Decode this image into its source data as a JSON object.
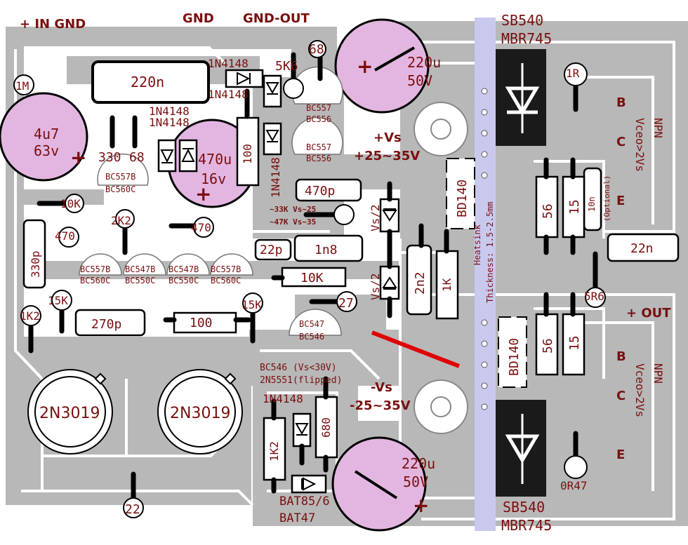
{
  "colors": {
    "background": "#ffffff",
    "copper": "#b8b8b8",
    "outline": "#000000",
    "label": "#7a0f0f",
    "capacitor_fill": "#e3b6e1",
    "heatsink_band": "#c9c9ee",
    "ground_link": "#e00000"
  },
  "labels": {
    "in_gnd": "+ IN GND",
    "gnd": "GND",
    "gnd_out": "GND-OUT",
    "plus_vs": "+Vs",
    "plus_vs_range": "+25~35V",
    "minus_vs": "-Vs",
    "minus_vs_range": "-25~35V",
    "plus_out": "+ OUT",
    "vs_half_top": "Vs/2",
    "vs_half_bottom": "Vs/2",
    "res_note_1": "~33K Vs~25",
    "res_note_2": "~47K Vs~35",
    "bc546_note_1": "BC546 (Vs<30V)",
    "bc546_note_2": "2N5551(flipped)",
    "heatsink_1": "Heatsink",
    "heatsink_2": "Thickness: 1.5-2.5mm",
    "npn_top": "NPN",
    "vceo_top": "Vceo>2Vs",
    "npn_bottom": "NPN",
    "vceo_bottom": "Vceo>2Vs",
    "pin_b_top": "B",
    "pin_c_top": "C",
    "pin_e_top": "E",
    "pin_b_bottom": "B",
    "pin_c_bottom": "C",
    "pin_e_bottom": "E"
  },
  "parts": {
    "c_220n": "220n",
    "c_4u7": "4u7",
    "c_4u7_v": "63v",
    "c_470u": "470u",
    "c_470u_v": "16v",
    "c_220u_top": "220u",
    "c_220u_top_v": "50V",
    "c_220u_bottom": "220u",
    "c_220u_bottom_v": "50V",
    "c_470p": "470p",
    "c_22p": "22p",
    "c_1n8": "1n8",
    "c_330p": "330p",
    "c_270p": "270p",
    "c_2n2": "2n2",
    "c_22n": "22n",
    "c_10n": "10n",
    "c_10n_note": "(Optional)",
    "r_1m": "1M",
    "r_330": "330",
    "r_68_left": "68",
    "r_5k6": "5K6",
    "r_68_top": "68",
    "r_100_vertical": "100",
    "r_10k_left": "10K",
    "r_2k2": "2K2",
    "r_470_left": "470",
    "r_470_mid": "470",
    "r_15k_left": "15K",
    "r_15k_right": "15K",
    "r_1k2_left": "1K2",
    "r_100_horizontal": "100",
    "r_10k_mid": "10K",
    "r_27": "27",
    "r_1k": "1K",
    "r_1k2_bottom": "1K2",
    "r_680": "680",
    "r_22": "22",
    "r_1r": "1R",
    "r_56_top": "56",
    "r_15_top": "15",
    "r_5r6": "5R6",
    "r_56_bottom": "56",
    "r_15_bottom": "15",
    "r_0r47": "0R47",
    "d_1n4148_a": "1N4148",
    "d_1n4148_b": "1N4148",
    "d_1n4148_c": "1N4148",
    "d_1n4148_d": "1N4148",
    "d_1n4148_e": "1N4148",
    "d_1n4148_f": "1N4148",
    "d_bat_1": "BAT85/6",
    "d_bat_2": "BAT47",
    "q_bc557_1": "BC557",
    "q_bc556_1": "BC556",
    "q_bc557_2": "BC557",
    "q_bc556_2": "BC556",
    "q_bc557b_top": "BC557B",
    "q_bc560c_top": "BC560C",
    "q_pair_1a": "BC557B",
    "q_pair_1b": "BC560C",
    "q_pair_2a": "BC547B",
    "q_pair_2b": "BC550C",
    "q_pair_3a": "BC547B",
    "q_pair_3b": "BC550C",
    "q_pair_4a": "BC557B",
    "q_pair_4b": "BC560C",
    "q_bc547": "BC547",
    "q_bc546": "BC546",
    "q_2n3019_left": "2N3019",
    "q_2n3019_right": "2N3019",
    "q_bd140_top": "BD140",
    "q_bd140_bottom": "BD140",
    "d_sb540_top": "SB540",
    "d_mbr745_top": "MBR745",
    "d_sb540_bottom": "SB540",
    "d_mbr745_bottom": "MBR745"
  }
}
